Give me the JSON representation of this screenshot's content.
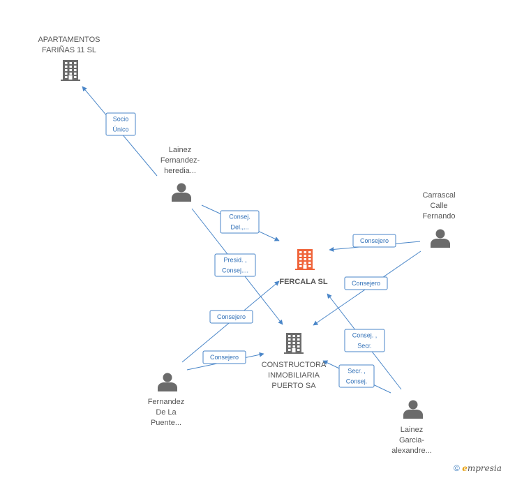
{
  "colors": {
    "edge": "#4a86c8",
    "icon": "#6b6b6b",
    "focus": "#f0643a",
    "label_border": "#4a86c8"
  },
  "nodes": [
    {
      "id": "apartamentos",
      "kind": "company",
      "lines": [
        "APARTAMENTOS",
        "FARIÑAS 11 SL"
      ]
    },
    {
      "id": "lainez_fh",
      "kind": "person",
      "lines": [
        "Lainez",
        "Fernandez-",
        "heredia..."
      ]
    },
    {
      "id": "carrascal",
      "kind": "person",
      "lines": [
        "Carrascal",
        "Calle",
        "Fernando"
      ]
    },
    {
      "id": "fercala",
      "kind": "company-focus",
      "lines": [
        "FERCALA SL"
      ]
    },
    {
      "id": "constructora",
      "kind": "company",
      "lines": [
        "CONSTRUCTORA",
        "INMOBILIARIA",
        "PUERTO SA"
      ]
    },
    {
      "id": "fernandez",
      "kind": "person",
      "lines": [
        "Fernandez",
        "De La",
        "Puente..."
      ]
    },
    {
      "id": "lainez_ga",
      "kind": "person",
      "lines": [
        "Lainez",
        "Garcia-",
        "alexandre..."
      ]
    }
  ],
  "edges": [
    {
      "id": "e1",
      "lines": [
        "Socio",
        "Único"
      ]
    },
    {
      "id": "e2",
      "lines": [
        "Consej.",
        "Del.,..."
      ]
    },
    {
      "id": "e3",
      "lines": [
        "Presid. ,",
        "Consej...."
      ]
    },
    {
      "id": "e4",
      "lines": [
        "Consejero"
      ]
    },
    {
      "id": "e5",
      "lines": [
        "Consejero"
      ]
    },
    {
      "id": "e6",
      "lines": [
        "Consejero"
      ]
    },
    {
      "id": "e7",
      "lines": [
        "Consejero"
      ]
    },
    {
      "id": "e8",
      "lines": [
        "Consej. ,",
        "Secr."
      ]
    },
    {
      "id": "e9",
      "lines": [
        "Secr. ,",
        "Consej."
      ]
    }
  ],
  "footer": {
    "copyright_symbol": "©",
    "brand": "mpresia",
    "brand_initial": "e"
  }
}
